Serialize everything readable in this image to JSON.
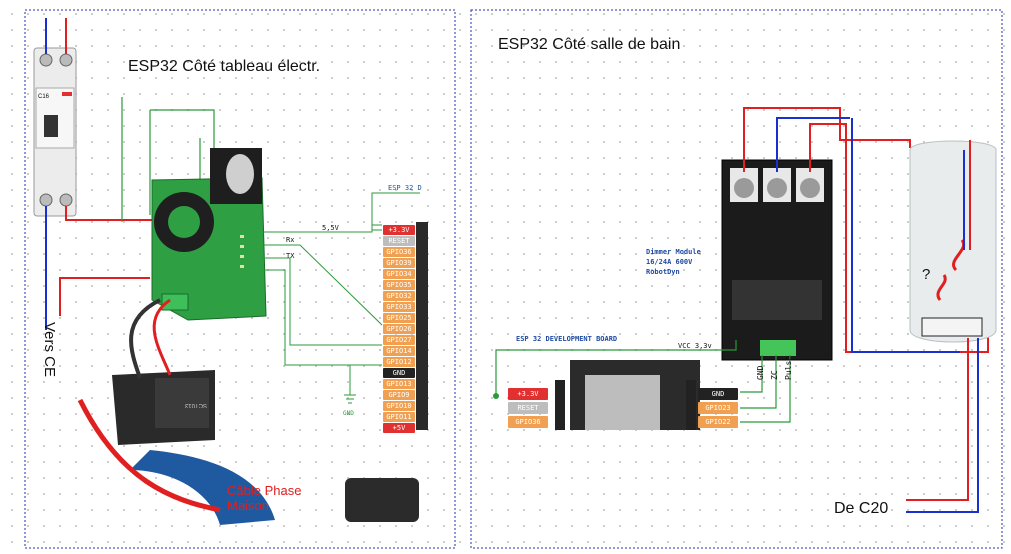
{
  "left_panel": {
    "title": "ESP32 Côté tableau électr.",
    "breaker_label": "C16",
    "vers_ce": "Vers CE",
    "cable_label_line1": "Câble Phase",
    "cable_label_line2": "Maison",
    "wire_5v": "5,5V",
    "wire_rx": "Rx",
    "wire_tx": "TX",
    "gnd_symbol_label": "GND",
    "esp_header": "ESP 32 D",
    "pins": [
      "+3.3V",
      "RESET",
      "GPIO36",
      "GPIO39",
      "GPIO34",
      "GPIO35",
      "GPIO32",
      "GPIO33",
      "GPIO25",
      "GPIO26",
      "GPIO27",
      "GPIO14",
      "GPIO12",
      "GND",
      "GPIO13",
      "GPIO9",
      "GPIO10",
      "GPIO11",
      "+5V"
    ],
    "sensor_text": "SCT013"
  },
  "right_panel": {
    "title": "ESP32 Côté salle de bain",
    "dimmer_line1": "Dimmer Module",
    "dimmer_line2": "16/24A 600V",
    "dimmer_line3": "RobotDyn",
    "esp_board_label": "ESP 32 DEVELOPMENT BOARD",
    "vcc_label": "VCC 3,3v",
    "pins_left": [
      "+3.3V",
      "RESET",
      "GPIO36"
    ],
    "pins_right": [
      "GND",
      "GPIO23",
      "GPIO22"
    ],
    "dimmer_pins": [
      "GND",
      "ZC",
      "Pulse"
    ],
    "question_mark": "?",
    "de_c20": "De C20"
  },
  "colors": {
    "live": "#e02020",
    "neutral": "#1a2fd0",
    "signal": "#2a9a3a",
    "panel_border": "#2030b0"
  }
}
